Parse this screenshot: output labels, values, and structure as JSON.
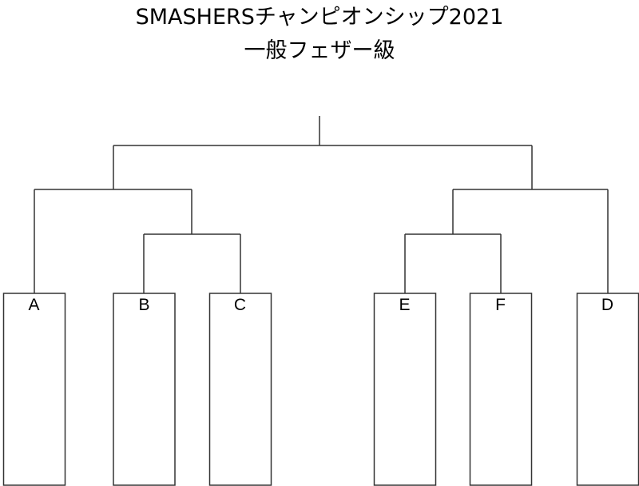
{
  "title": {
    "line1": "SMASHERSチャンピオンシップ2021",
    "line2": "一般フェザー級"
  },
  "bracket": {
    "entrants": [
      {
        "label": "A"
      },
      {
        "label": "B"
      },
      {
        "label": "C"
      },
      {
        "label": "E"
      },
      {
        "label": "F"
      },
      {
        "label": "D"
      }
    ]
  },
  "colors": {
    "line": "#333333",
    "background": "#ffffff"
  }
}
